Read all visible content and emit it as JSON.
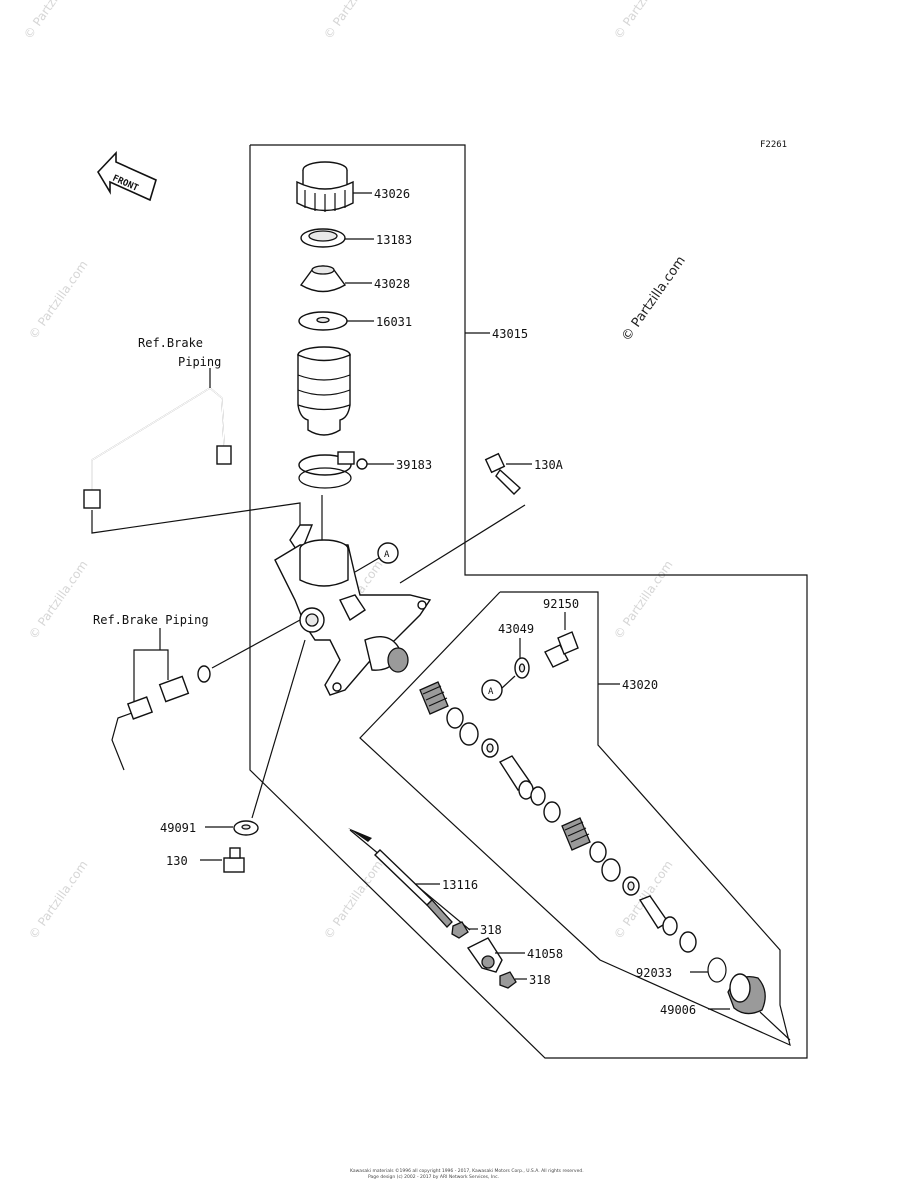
{
  "figure_code": "F2261",
  "front_label": "FRONT",
  "watermark": "© Partzilla.com",
  "ref_labels": {
    "brake_piping_upper_line1": "Ref.Brake",
    "brake_piping_upper_line2": "Piping",
    "brake_piping_lower": "Ref.Brake Piping"
  },
  "callout_letter": "A",
  "part_numbers": {
    "p43026": "43026",
    "p13183": "13183",
    "p43028": "43028",
    "p16031": "16031",
    "p43015": "43015",
    "p39183": "39183",
    "p130A": "130A",
    "p92150": "92150",
    "p43049": "43049",
    "p43020": "43020",
    "p49091": "49091",
    "p130": "130",
    "p13116": "13116",
    "p318a": "318",
    "p41058": "41058",
    "p318b": "318",
    "p92033": "92033",
    "p49006": "49006"
  },
  "copyright_line1": "Kawasaki materials ©1996 all copyright 1996 - 2017, Kawasaki Motors Corp., U.S.A. All rights reserved.",
  "copyright_line2": "Page design (c) 2002 - 2017 by ARI Network Services, Inc."
}
